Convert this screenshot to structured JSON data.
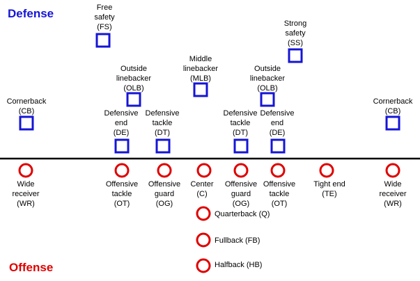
{
  "titles": {
    "defense": "Defense",
    "offense": "Offense"
  },
  "colors": {
    "defense": "#1515d6",
    "offense": "#e00000",
    "line": "#000000",
    "text": "#000000"
  },
  "defense": [
    {
      "id": "fs",
      "label": [
        "Free",
        "safety",
        "(FS)"
      ]
    },
    {
      "id": "ss",
      "label": [
        "Strong",
        "safety",
        "(SS)"
      ]
    },
    {
      "id": "mlb",
      "label": [
        "Middle",
        "linebacker",
        "(MLB)"
      ]
    },
    {
      "id": "olb-left",
      "label": [
        "Outside",
        "linebacker",
        "(OLB)"
      ]
    },
    {
      "id": "olb-right",
      "label": [
        "Outside",
        "linebacker",
        "(OLB)"
      ]
    },
    {
      "id": "cb-left",
      "label": [
        "Cornerback",
        "(CB)"
      ]
    },
    {
      "id": "cb-right",
      "label": [
        "Cornerback",
        "(CB)"
      ]
    },
    {
      "id": "de-left",
      "label": [
        "Defensive",
        "end",
        "(DE)"
      ]
    },
    {
      "id": "dt-left",
      "label": [
        "Defensive",
        "tackle",
        "(DT)"
      ]
    },
    {
      "id": "dt-right",
      "label": [
        "Defensive",
        "tackle",
        "(DT)"
      ]
    },
    {
      "id": "de-right",
      "label": [
        "Defensive",
        "end",
        "(DE)"
      ]
    }
  ],
  "offense": [
    {
      "id": "wr-left",
      "label": [
        "Wide",
        "receiver",
        "(WR)"
      ]
    },
    {
      "id": "ot-left",
      "label": [
        "Offensive",
        "tackle",
        "(OT)"
      ]
    },
    {
      "id": "og-left",
      "label": [
        "Offensive",
        "guard",
        "(OG)"
      ]
    },
    {
      "id": "c",
      "label": [
        "Center",
        "(C)"
      ]
    },
    {
      "id": "og-right",
      "label": [
        "Offensive",
        "guard",
        "(OG)"
      ]
    },
    {
      "id": "ot-right",
      "label": [
        "Offensive",
        "tackle",
        "(OT)"
      ]
    },
    {
      "id": "te",
      "label": [
        "Tight end",
        "(TE)"
      ]
    },
    {
      "id": "wr-right",
      "label": [
        "Wide",
        "receiver",
        "(WR)"
      ]
    },
    {
      "id": "qb",
      "label": [
        "Quarterback (Q)"
      ]
    },
    {
      "id": "fb",
      "label": [
        "Fullback (FB)"
      ]
    },
    {
      "id": "hb",
      "label": [
        "Halfback (HB)"
      ]
    }
  ]
}
